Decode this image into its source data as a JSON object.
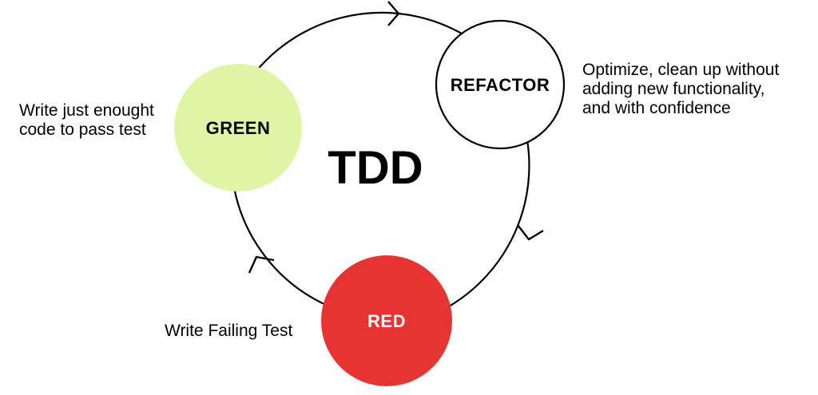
{
  "title": "TDD",
  "nodes": {
    "refactor": {
      "label": "REFACTOR",
      "fill": "#ffffff",
      "description": [
        "Optimize, clean up without",
        "adding new functionality,",
        "and with confidence"
      ]
    },
    "green": {
      "label": "GREEN",
      "fill": "#dff5a6",
      "description": [
        "Write just enought",
        "code to pass test"
      ]
    },
    "red": {
      "label": "RED",
      "fill": "#e73431",
      "label_color": "#ffffff",
      "description": [
        "Write Failing Test"
      ]
    }
  },
  "colors": {
    "stroke": "#000000",
    "text": "#000000"
  }
}
